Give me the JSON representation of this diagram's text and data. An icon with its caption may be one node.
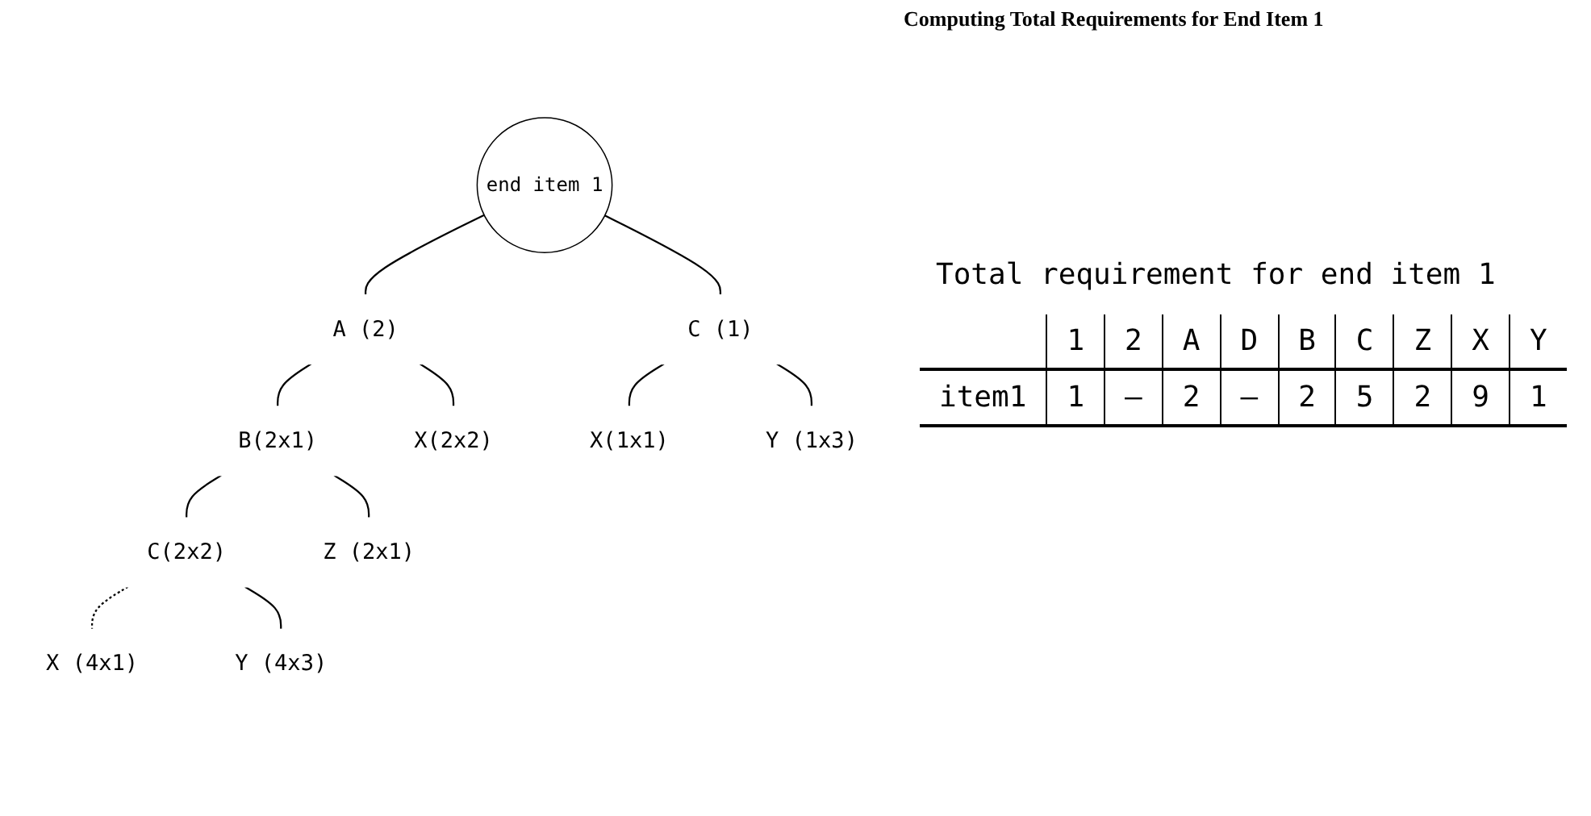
{
  "diagram": {
    "title": "Computing Total Requirements for End Item 1",
    "nodes": [
      {
        "text": [
          "end item 1"
        ]
      },
      {
        "text": [
          "A (2)"
        ]
      },
      {
        "text": [
          "C (1)"
        ]
      },
      {
        "text": [
          "B(2x1)"
        ]
      },
      {
        "text": [
          "X(2x2)"
        ]
      },
      {
        "text": [
          "X(1x1)"
        ]
      },
      {
        "text": [
          "Y (1x3)"
        ]
      },
      {
        "text": [
          "C(2x2)"
        ]
      },
      {
        "text": [
          "Z (2x1)"
        ]
      },
      {
        "text": [
          "X (4x1)"
        ]
      },
      {
        "text": [
          "Y (4x3)"
        ]
      }
    ],
    "edges": [
      {
        "from": 0,
        "to": 1,
        "arrow": "none"
      },
      {
        "from": 0,
        "to": 2,
        "arrow": "none"
      },
      {
        "from": 1,
        "to": 3,
        "arrow": "none"
      },
      {
        "from": 1,
        "to": 4,
        "arrow": "none"
      },
      {
        "from": 2,
        "to": 5,
        "arrow": "none"
      },
      {
        "from": 2,
        "to": 6,
        "arrow": "none"
      },
      {
        "from": 3,
        "to": 7,
        "arrow": "none"
      },
      {
        "from": 3,
        "to": 8,
        "arrow": "none"
      },
      {
        "from": 7,
        "to": 9,
        "arrow": "none",
        "style": "dashed"
      },
      {
        "from": 7,
        "to": 10,
        "arrow": "none"
      }
    ],
    "labels": [
      "Total requirement for end item 1",
      "1",
      "2",
      "A",
      "D",
      "B",
      "C",
      "Z",
      "X",
      "Y",
      "item1",
      "1",
      "–",
      "2",
      "–",
      "2",
      "5",
      "2",
      "9",
      "1"
    ]
  }
}
